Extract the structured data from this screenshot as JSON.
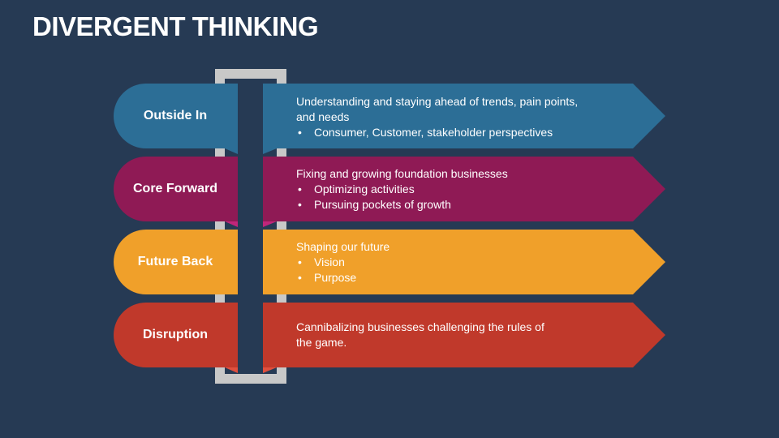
{
  "title": "DIVERGENT THINKING",
  "colors": {
    "background": "#263a54",
    "blue": "#2c6e96",
    "magenta": "#8f1a55",
    "orange": "#f0a02a",
    "red": "#c0392b",
    "frame": "#c8c8c8"
  },
  "rows": [
    {
      "label": "Outside In",
      "text": "Understanding and staying ahead of trends, pain points, and needs",
      "bullets": [
        "Consumer, Customer, stakeholder perspectives"
      ]
    },
    {
      "label": "Core Forward",
      "text": "Fixing and growing foundation businesses",
      "bullets": [
        "Optimizing activities",
        "Pursuing pockets of growth"
      ]
    },
    {
      "label": "Future Back",
      "text": "Shaping our future",
      "bullets": [
        "Vision",
        "Purpose"
      ]
    },
    {
      "label": "Disruption",
      "text": "Cannibalizing businesses challenging the rules of the game.",
      "bullets": []
    }
  ]
}
